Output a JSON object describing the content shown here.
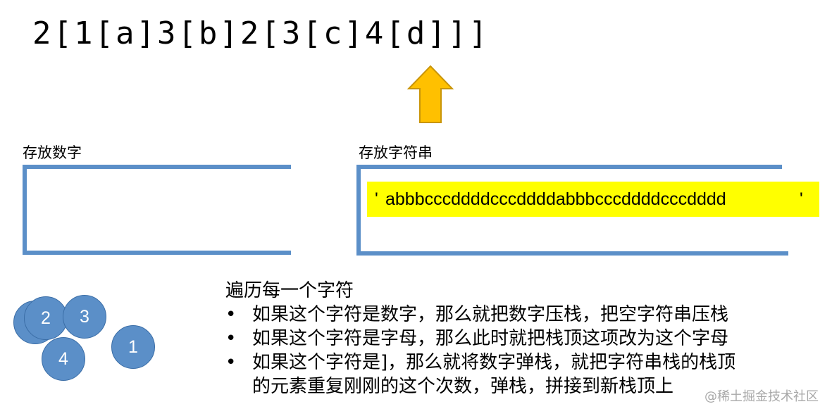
{
  "expression": "2[1[a]3[b]2[3[c]4[d]]]",
  "number_stack": {
    "label": "存放数字"
  },
  "string_stack": {
    "label": "存放字符串",
    "quote_open": "'",
    "value": "abbbcccddddcccddddabbbcccddddcccdddd",
    "quote_close": "'"
  },
  "circles": [
    "2",
    "2",
    "3",
    "4",
    "1"
  ],
  "rules": {
    "heading": "遍历每一个字符",
    "bullet": "•",
    "items": [
      "如果这个字符是数字，那么就把数字压栈，把空字符串压栈",
      "如果这个字符是字母，那么此时就把栈顶这项改为这个字母",
      "如果这个字符是]，那么就将数字弹栈，就把字符串栈的栈顶"
    ],
    "continuation": "的元素重复刚刚的这个次数，弹栈，拼接到新栈顶上"
  },
  "watermark": "@稀土掘金技术社区",
  "colors": {
    "stack": "#5b8fc8",
    "highlight": "#ffff00",
    "arrow": "#ffc000"
  }
}
